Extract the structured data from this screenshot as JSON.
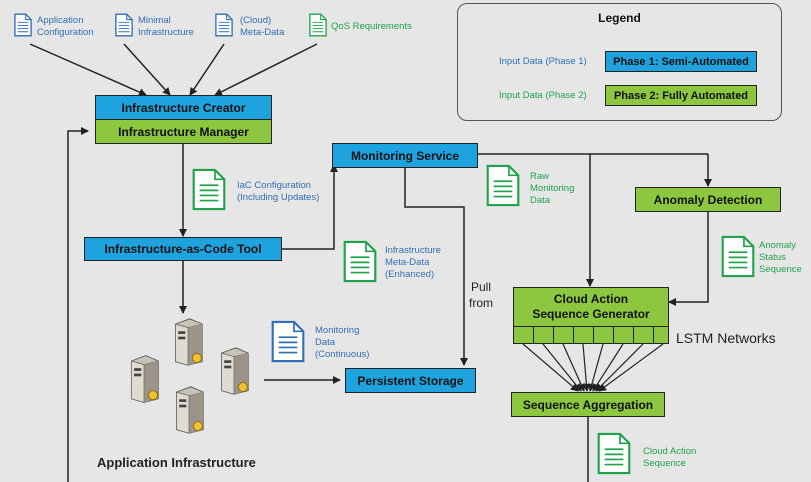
{
  "inputs": {
    "app_config": "Application\nConfiguration",
    "minimal_infra": "Minimal\nInfrastructure",
    "cloud_meta": "(Cloud)\nMeta-Data",
    "qos": "QoS Requirements"
  },
  "legend": {
    "title": "Legend",
    "input_phase1": "Input Data (Phase 1)",
    "input_phase2": "Input Data (Phase 2)",
    "phase1": "Phase 1: Semi-Automated",
    "phase2": "Phase 2: Fully Automated"
  },
  "boxes": {
    "infra_creator": "Infrastructure Creator",
    "infra_manager": "Infrastructure Manager",
    "monitoring_service": "Monitoring Service",
    "iac_tool": "Infrastructure-as-Code Tool",
    "anomaly_detection": "Anomaly Detection",
    "cloud_action_gen": "Cloud Action\nSequence Generator",
    "persistent_storage": "Persistent Storage",
    "sequence_aggregation": "Sequence Aggregation"
  },
  "labels": {
    "iac_config": "IaC Configuration\n(Including Updates)",
    "raw_monitoring": "Raw\nMonitoring\nData",
    "infra_meta": "Infrastructure\nMeta-Data\n(Enhanced)",
    "anomaly_status": "Anomaly\nStatus\nSequence",
    "pull_from": "Pull\nfrom",
    "lstm": "LSTM Networks",
    "monitoring_data": "Monitoring\nData\n(Continuous)",
    "app_infra": "Application Infrastructure",
    "cloud_action_seq": "Cloud Action\nSequence"
  },
  "colors": {
    "phase1": "#1fa3df",
    "phase2": "#8dc63f",
    "doc_blue": "#2f6fb5",
    "doc_green": "#20a24a"
  },
  "icons": {
    "input_doc": "document-icon",
    "server": "server-icon"
  }
}
